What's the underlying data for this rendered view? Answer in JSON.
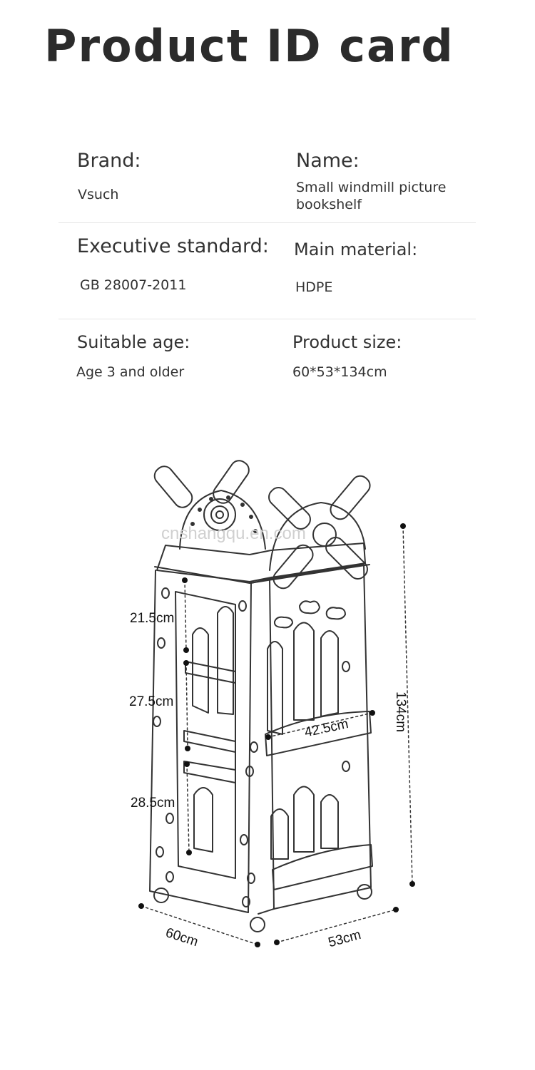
{
  "page": {
    "title": "Product ID card",
    "watermark": "cnshangqu.en.com"
  },
  "specs": {
    "brand_label": "Brand:",
    "brand_value": "Vsuch",
    "name_label": "Name:",
    "name_value_line1": "Small windmill picture",
    "name_value_line2": "bookshelf",
    "standard_label": "Executive standard:",
    "standard_value": "GB 28007-2011",
    "material_label": "Main material:",
    "material_value": "HDPE",
    "age_label": "Suitable age:",
    "age_value": "Age 3 and older",
    "size_label": "Product size:",
    "size_value": "60*53*134cm"
  },
  "dimensions": {
    "shelf_top": "21.5cm",
    "shelf_mid": "27.5cm",
    "shelf_bottom": "28.5cm",
    "shelf_width": "42.5cm",
    "height": "134cm",
    "width": "60cm",
    "depth": "53cm"
  }
}
